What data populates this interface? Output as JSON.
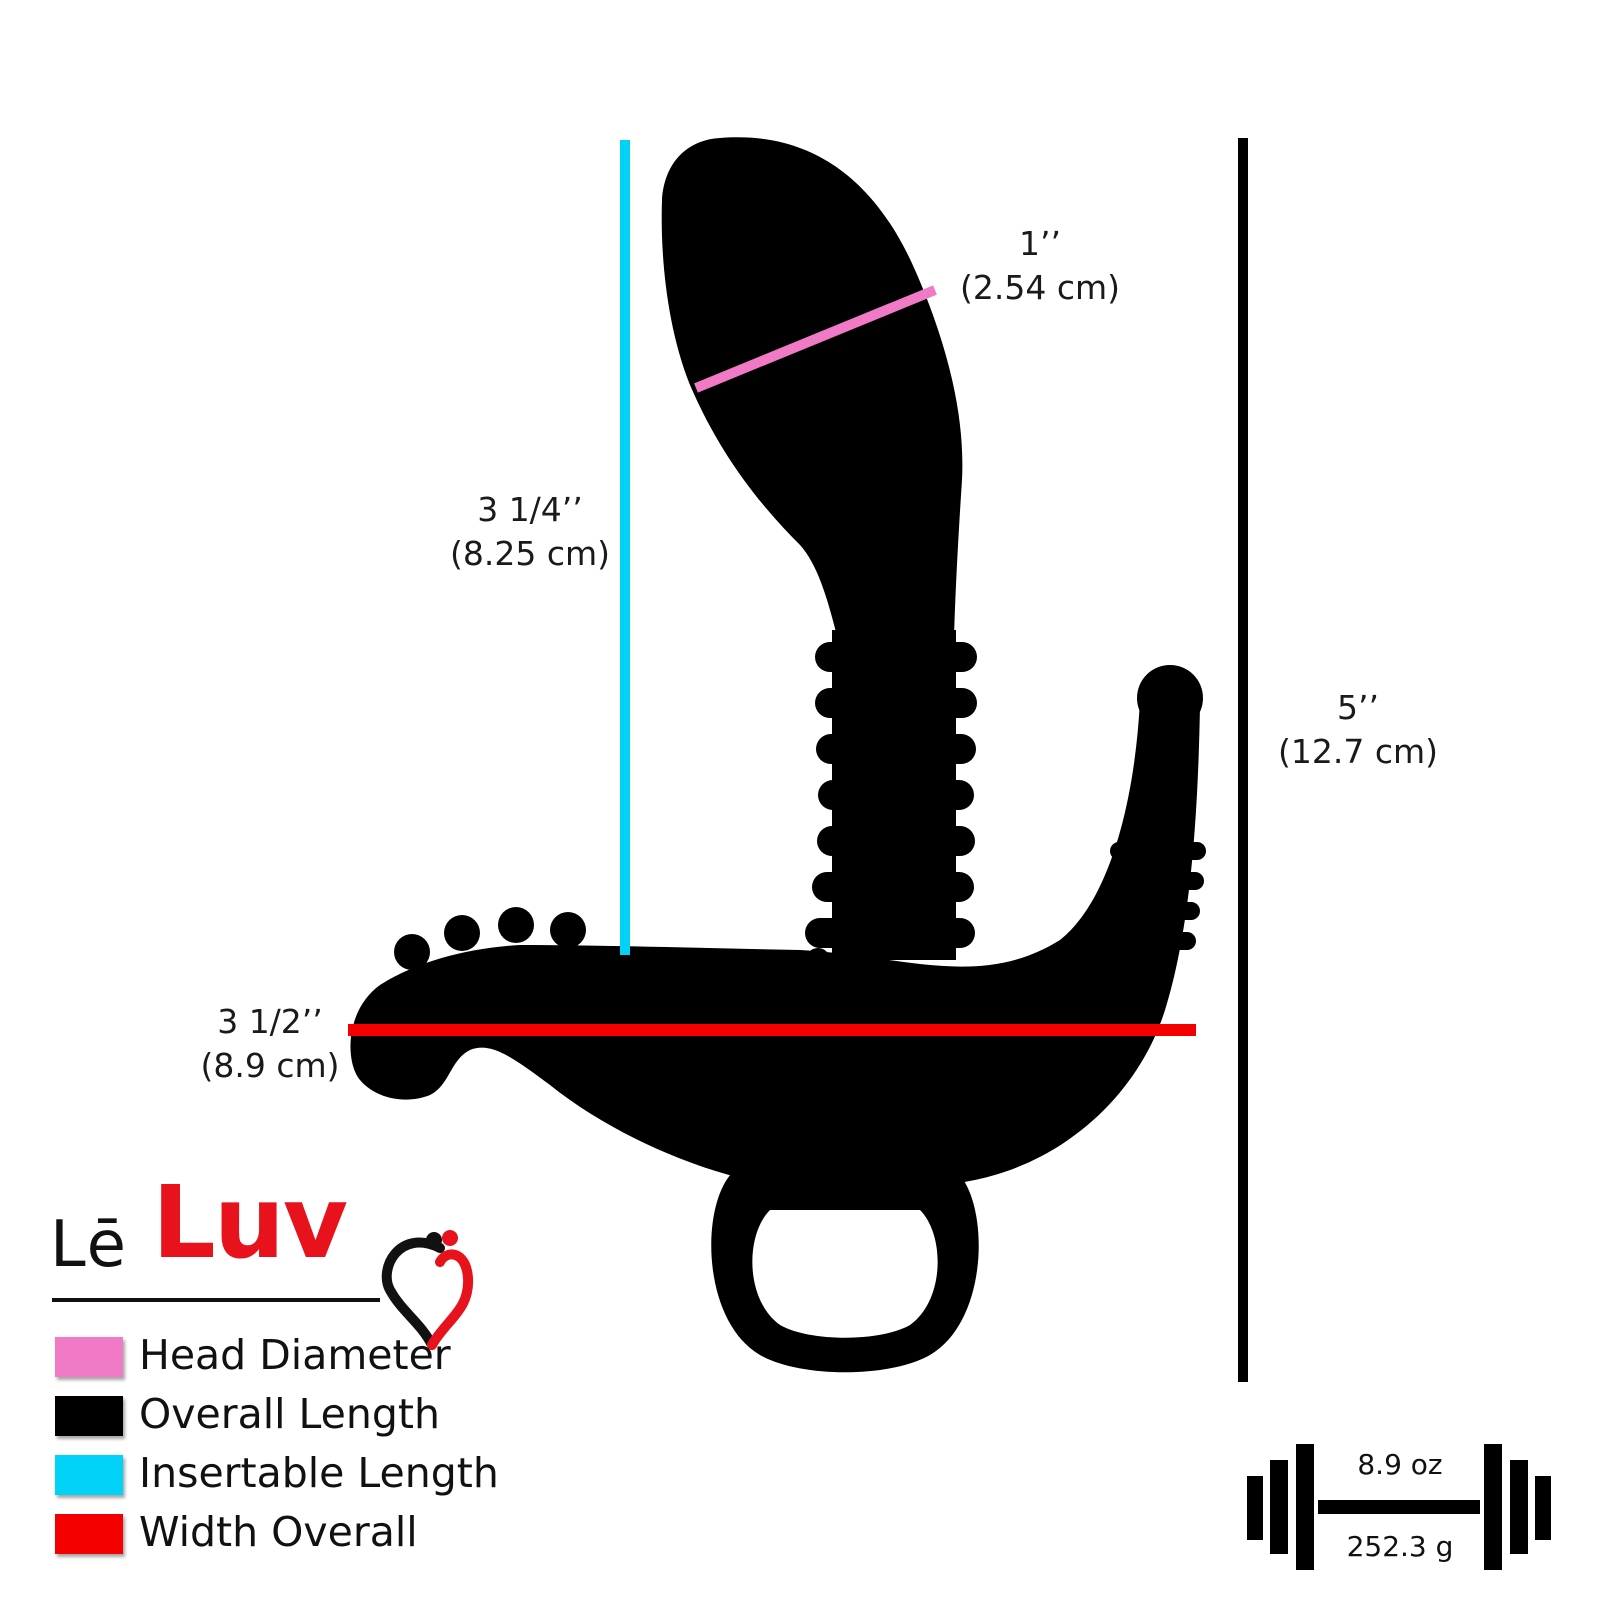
{
  "colors": {
    "head_diameter": "#f07ac6",
    "overall_length": "#000000",
    "insertable_length": "#00d2f8",
    "width_overall": "#f40000",
    "brand_red": "#e8121c"
  },
  "dimensions": {
    "insertable": {
      "inches": "3 1/4’’",
      "cm": "(8.25 cm)"
    },
    "head": {
      "inches": "1’’",
      "cm": "(2.54 cm)"
    },
    "overall": {
      "inches": "5’’",
      "cm": "(12.7 cm)"
    },
    "width": {
      "inches": "3 1/2’’",
      "cm": "(8.9 cm)"
    }
  },
  "legend": {
    "items": [
      {
        "label": "Head Diameter",
        "color_key": "head_diameter"
      },
      {
        "label": "Overall Length",
        "color_key": "overall_length"
      },
      {
        "label": "Insertable Length",
        "color_key": "insertable_length"
      },
      {
        "label": "Width Overall",
        "color_key": "width_overall"
      }
    ]
  },
  "logo": {
    "part1": "Lē",
    "part2": "Luv",
    "icon": "heart-couple-icon"
  },
  "weight": {
    "oz": "8.9 oz",
    "grams": "252.3 g",
    "icon": "dumbbell-icon"
  }
}
